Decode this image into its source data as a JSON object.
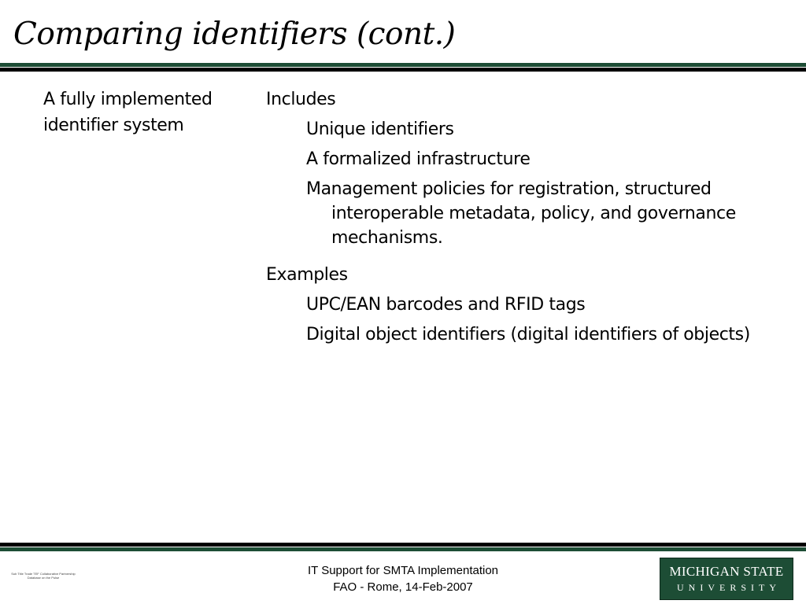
{
  "slide": {
    "title": "Comparing identifiers (cont.)",
    "left_label": "A fully implemented identifier system",
    "groups": [
      {
        "heading": "Includes",
        "items": [
          "Unique identifiers",
          "A formalized infrastructure",
          "Management policies for registration, structured interoperable metadata, policy, and governance mechanisms."
        ]
      },
      {
        "heading": "Examples",
        "items": [
          "UPC/EAN barcodes and RFID tags",
          "Digital object identifiers (digital identifiers of objects)"
        ]
      }
    ]
  },
  "footer": {
    "line1": "IT Support for SMTA Implementation",
    "line2": "FAO - Rome, 14-Feb-2007",
    "tiny_logo_text": "Sub Title  Trade  TEF  Collaborative  Partnership  Database  on the Pulse"
  },
  "logo": {
    "line1": "MICHIGAN STATE",
    "line2": "UNIVERSITY"
  },
  "colors": {
    "brand_green": "#1d4d35",
    "rule_black": "#000000"
  }
}
